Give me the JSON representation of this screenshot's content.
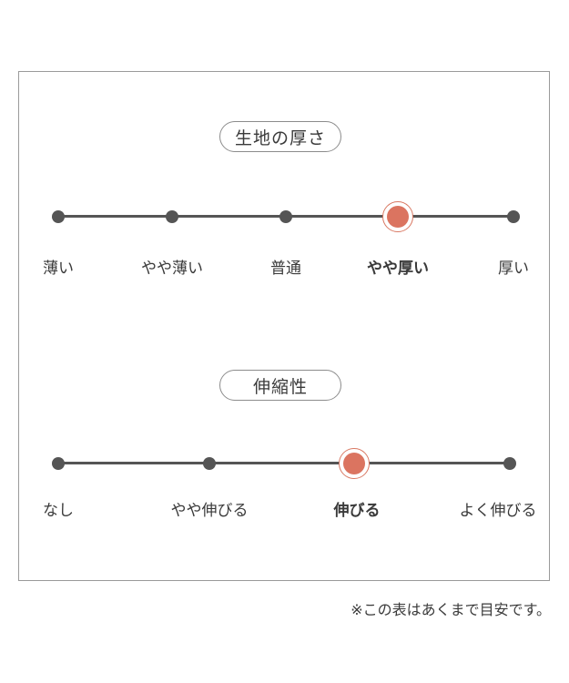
{
  "thickness": {
    "title": "生地の厚さ",
    "options": [
      "薄い",
      "やや薄い",
      "普通",
      "やや厚い",
      "厚い"
    ],
    "selected_label": "やや厚い"
  },
  "stretch": {
    "title": "伸縮性",
    "options": [
      "なし",
      "やや伸びる",
      "伸びる",
      "よく伸びる"
    ],
    "selected_label": "伸びる"
  },
  "note": "※この表はあくまで目安です。",
  "colors": {
    "track": "#555555",
    "marker": "#db7460",
    "border": "#9a9a9a"
  }
}
